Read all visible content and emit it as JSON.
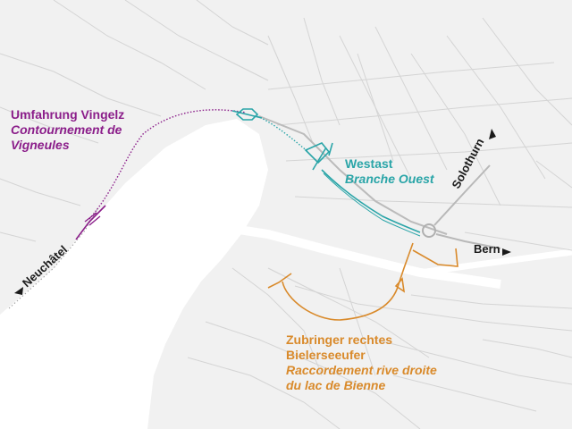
{
  "colors": {
    "land": "#f1f1f1",
    "water": "#ffffff",
    "road": "#cfcfcf",
    "purple": "#8b1e8a",
    "teal": "#2aa5a8",
    "orange": "#d98a2b",
    "black": "#1a1a1a"
  },
  "labels": {
    "purple_line1": "Umfahrung Vingelz",
    "purple_line2": "Contournement de",
    "purple_line3": "Vigneules",
    "teal_line1": "Westast",
    "teal_line2": "Branche Ouest",
    "orange_line1": "Zubringer rechtes",
    "orange_line2": "Bielerseeufer",
    "orange_line3": "Raccordement rive droite",
    "orange_line4": "du lac de Bienne",
    "dir_neuchatel": "Neuchâtel",
    "dir_solothurn": "Solothurn",
    "dir_bern": "Bern"
  },
  "icons": [
    "arrow-neuchatel-icon",
    "arrow-solothurn-icon",
    "arrow-bern-icon"
  ]
}
